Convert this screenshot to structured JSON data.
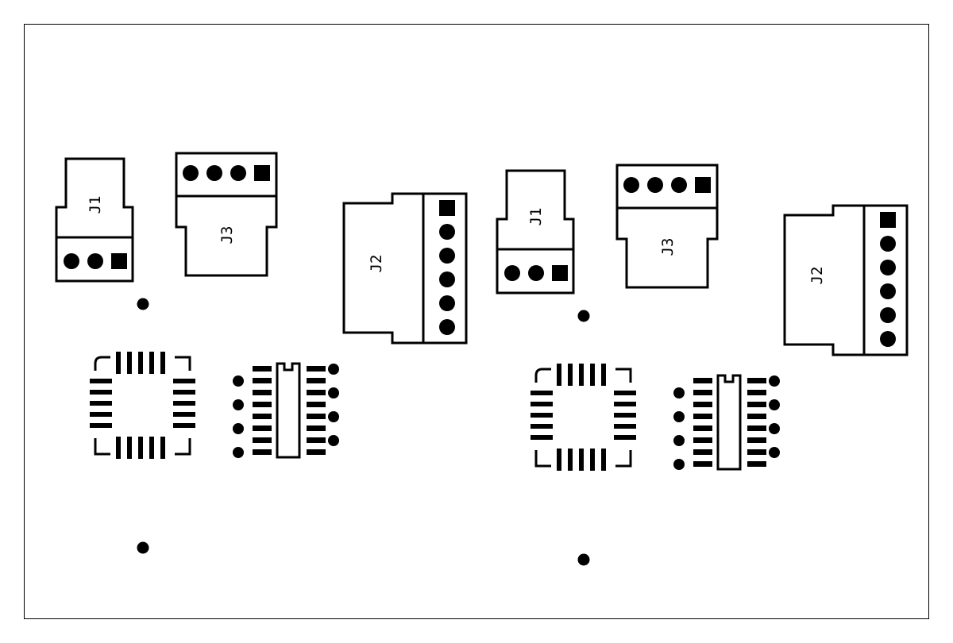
{
  "diagram": {
    "type": "pcb-silkscreen-layout",
    "ink_color": "#000000",
    "background_color": "#ffffff",
    "boards": [
      {
        "connectors": [
          {
            "ref": "J1",
            "pins": 3,
            "pin1_shape": "square"
          },
          {
            "ref": "J3",
            "pins": 4,
            "pin1_shape": "square"
          },
          {
            "ref": "J2",
            "pins": 6,
            "pin1_shape": "square"
          }
        ],
        "ics": [
          {
            "package": "QFN-20",
            "pads_per_side": 5
          },
          {
            "package": "SOIC-14",
            "pads_per_side": 7,
            "marker_dots": 8
          }
        ],
        "mounting_holes": 2
      },
      {
        "connectors": [
          {
            "ref": "J1",
            "pins": 3,
            "pin1_shape": "square"
          },
          {
            "ref": "J3",
            "pins": 4,
            "pin1_shape": "square"
          },
          {
            "ref": "J2",
            "pins": 6,
            "pin1_shape": "square"
          }
        ],
        "ics": [
          {
            "package": "QFN-20",
            "pads_per_side": 5
          },
          {
            "package": "SOIC-14",
            "pads_per_side": 7,
            "marker_dots": 8
          }
        ],
        "mounting_holes": 2
      }
    ]
  }
}
